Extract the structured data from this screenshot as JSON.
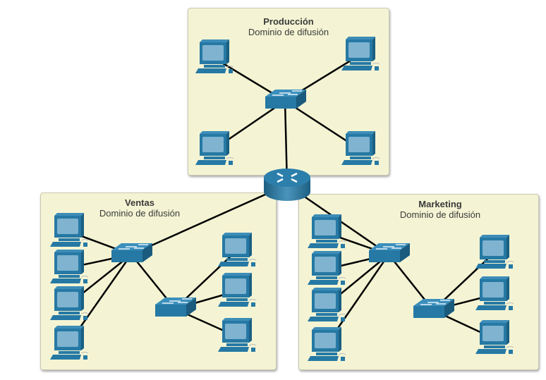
{
  "domains": {
    "produccion": {
      "title": "Producción",
      "subtitle": "Dominio de difusión"
    },
    "ventas": {
      "title": "Ventas",
      "subtitle": "Dominio de difusión"
    },
    "marketing": {
      "title": "Marketing",
      "subtitle": "Dominio de difusión"
    }
  },
  "devices": {
    "router": "router-icon",
    "switch": "switch-icon",
    "pc": "pc-icon"
  },
  "colors": {
    "device": "#2679a4",
    "screen": "#7fb3d0",
    "panel": "#f4f4d4",
    "link": "#000000"
  }
}
